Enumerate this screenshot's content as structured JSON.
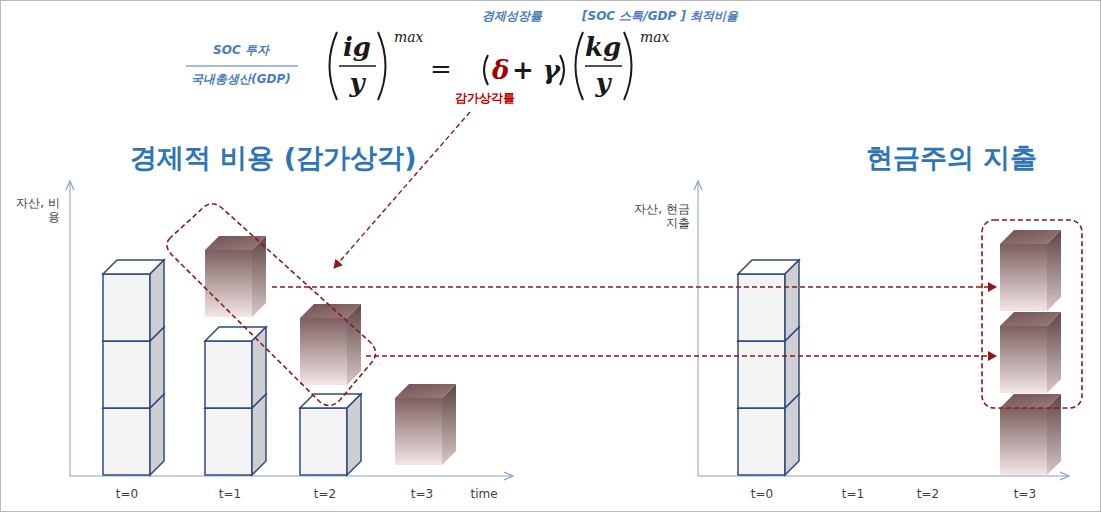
{
  "diagram": {
    "labels": [
      "SOC 투자",
      "국내총생산(GDP)",
      "ig",
      "y",
      "max",
      "=",
      "δ",
      "+ γ",
      "kg",
      "y",
      "max",
      "경제성장률",
      "[SOC 스톡/GDP ] 최적비율",
      "감가상각률",
      "경제적 비용 (감가상각)",
      "현금주의 지출",
      "자산, 비용",
      "자산, 현금지출",
      "t=0",
      "t=1",
      "t=2",
      "t=3",
      "time",
      "t=0",
      "t=1",
      "t=2",
      "t=3"
    ]
  }
}
